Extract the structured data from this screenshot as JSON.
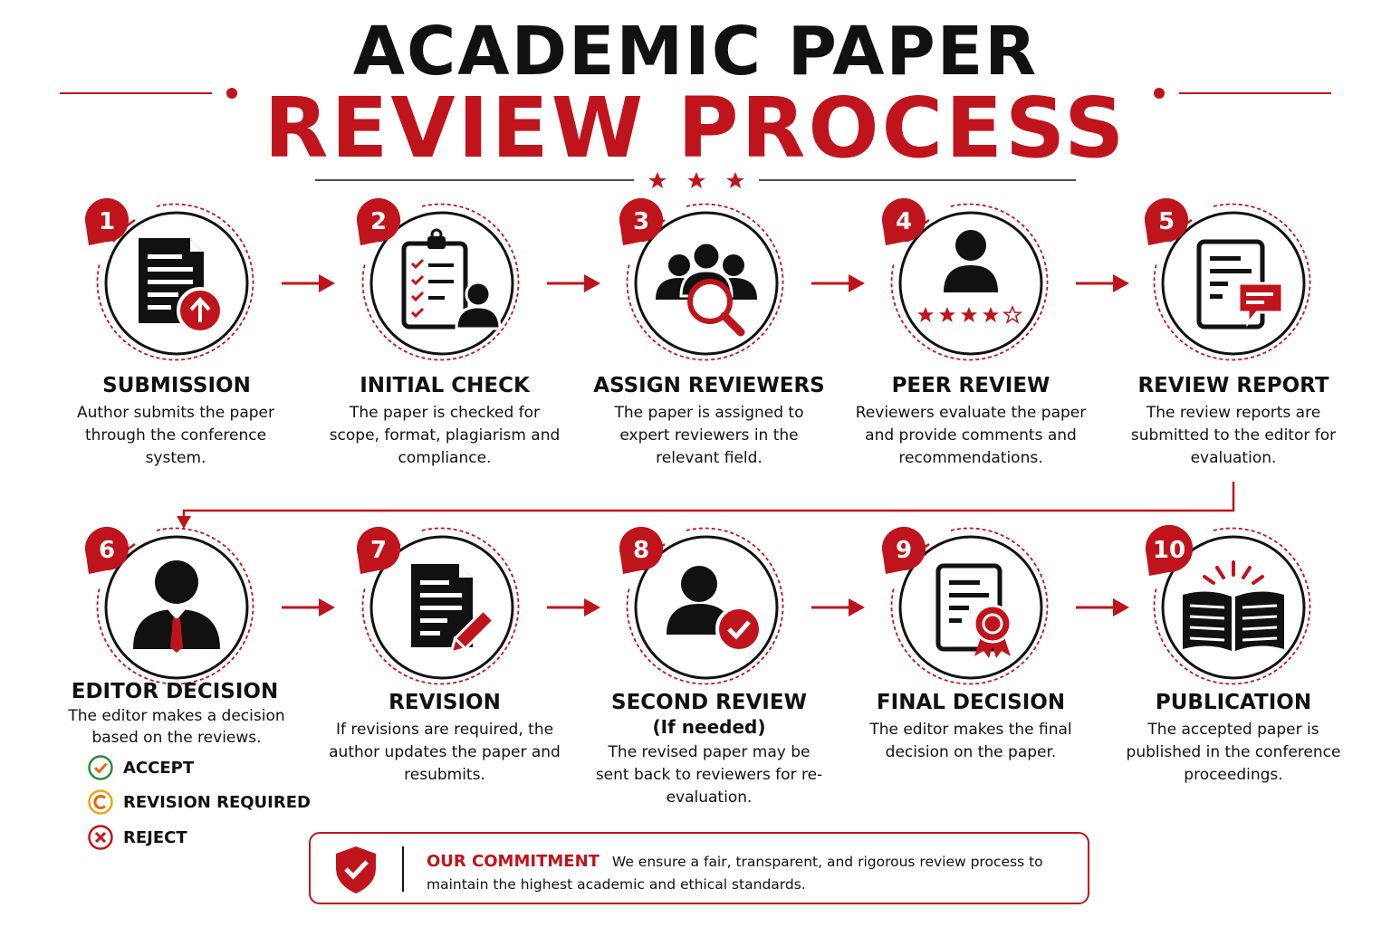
{
  "title": {
    "line1": "ACADEMIC PAPER",
    "line2": "REVIEW PROCESS"
  },
  "steps": [
    {
      "number": "1",
      "title": "SUBMISSION",
      "description": "Author submits the paper through the conference system.",
      "icon": "document-upload-icon"
    },
    {
      "number": "2",
      "title": "INITIAL CHECK",
      "description": "The paper is checked for scope, format, plagiarism and compliance.",
      "icon": "clipboard-checklist-icon"
    },
    {
      "number": "3",
      "title": "ASSIGN REVIEWERS",
      "description": "The paper is assigned to expert reviewers in the relevant field.",
      "icon": "reviewers-search-icon"
    },
    {
      "number": "4",
      "title": "PEER REVIEW",
      "description": "Reviewers evaluate the paper and provide comments and recommendations.",
      "icon": "reviewer-rating-icon"
    },
    {
      "number": "5",
      "title": "REVIEW REPORT",
      "description": "The review reports are submitted to the editor for evaluation.",
      "icon": "report-comment-icon"
    },
    {
      "number": "6",
      "title": "EDITOR DECISION",
      "description": "The editor makes a decision based on the reviews.",
      "icon": "editor-icon"
    },
    {
      "number": "7",
      "title": "REVISION",
      "description": "If revisions are required, the author updates the paper and resubmits.",
      "icon": "document-edit-icon"
    },
    {
      "number": "8",
      "title": "SECOND REVIEW",
      "subtitle": "(If needed)",
      "description": "The revised paper may be sent back to reviewers for re-evaluation.",
      "icon": "person-check-icon"
    },
    {
      "number": "9",
      "title": "FINAL DECISION",
      "description": "The editor makes the final decision on the paper.",
      "icon": "certificate-icon"
    },
    {
      "number": "10",
      "title": "PUBLICATION",
      "description": "The accepted paper is published in the conference proceedings.",
      "icon": "open-book-icon"
    }
  ],
  "decision_options": [
    {
      "label": "ACCEPT",
      "icon": "check-circle-icon",
      "color": "#2e8b3a"
    },
    {
      "label": "REVISION REQUIRED",
      "icon": "revision-circle-icon",
      "color": "#e6a817"
    },
    {
      "label": "REJECT",
      "icon": "x-circle-icon",
      "color": "#c0141c"
    }
  ],
  "commitment": {
    "title": "OUR COMMITMENT",
    "text": "We ensure a fair, transparent, and rigorous review process to maintain the highest academic and ethical standards.",
    "icon": "shield-check-icon"
  },
  "colors": {
    "accent": "#c0141c",
    "ink": "#111111"
  }
}
